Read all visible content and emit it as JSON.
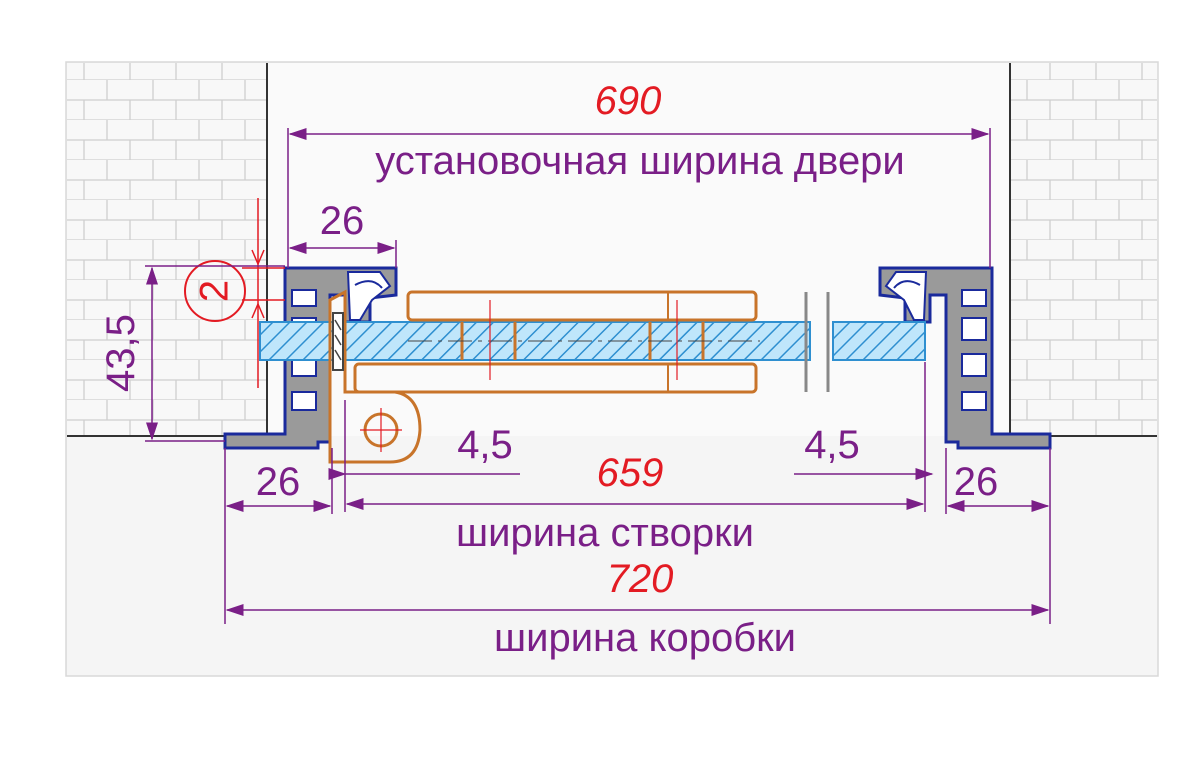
{
  "dimensions": {
    "install_width_value": "690",
    "install_width_label": "установочная ширина двери",
    "profile_top_value": "26",
    "gap_value": "2",
    "height_value": "43,5",
    "clearance_left_value": "4,5",
    "clearance_right_value": "4,5",
    "leaf_width_value": "659",
    "leaf_width_label": "ширина створки",
    "profile_left_value": "26",
    "profile_right_value": "26",
    "frame_width_value": "720",
    "frame_width_label": "ширина коробки"
  },
  "colors": {
    "dimension": "#7a1f87",
    "value": "#e31b23",
    "profile_outline": "#1a2a9c",
    "profile_fill": "#9a9a9a",
    "leaf": "#c8742a",
    "glass": "#2e8fd0"
  }
}
